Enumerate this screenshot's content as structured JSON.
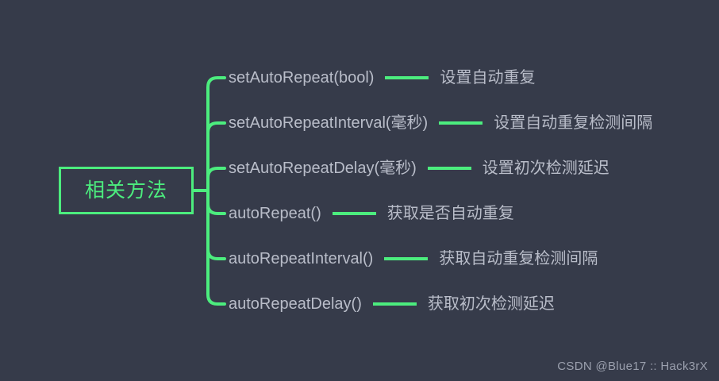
{
  "theme": {
    "background": "#363b4a",
    "accent_green": "#4ced7e",
    "text_gray": "#b9bdc9",
    "watermark_gray": "#9ba0ae"
  },
  "mindmap": {
    "root": {
      "label": "相关方法"
    },
    "branches": [
      {
        "method": "setAutoRepeat(bool)",
        "description": "设置自动重复"
      },
      {
        "method": "setAutoRepeatInterval(毫秒)",
        "description": "设置自动重复检测间隔"
      },
      {
        "method": "setAutoRepeatDelay(毫秒)",
        "description": "设置初次检测延迟"
      },
      {
        "method": "autoRepeat()",
        "description": "获取是否自动重复"
      },
      {
        "method": "autoRepeatInterval()",
        "description": "获取自动重复检测间隔"
      },
      {
        "method": "autoRepeatDelay()",
        "description": "获取初次检测延迟"
      }
    ]
  },
  "watermark": {
    "text": "CSDN @Blue17 :: Hack3rX"
  }
}
